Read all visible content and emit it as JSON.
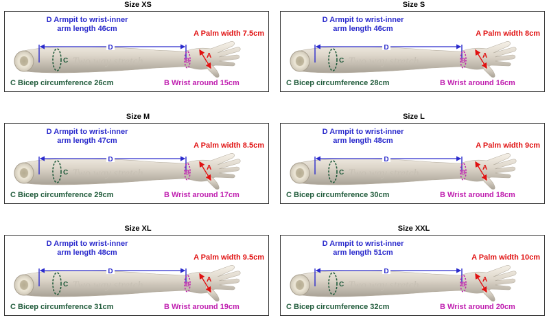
{
  "colors": {
    "arm_length": "#2a2acc",
    "palm": "#e01010",
    "bicep": "#1f5a3a",
    "wrist": "#c020b0"
  },
  "letters": {
    "d": "D",
    "a": "A",
    "b": "B",
    "c": "C"
  },
  "watermark": "Two way stretch",
  "panels": [
    {
      "title": "Size XS",
      "arm_label_1": "D Armpit to wrist-inner",
      "arm_label_2": "arm length 46cm",
      "palm": "A Palm width 7.5cm",
      "bicep": "C Bicep circumference 26cm",
      "wrist": "B Wrist around 15cm"
    },
    {
      "title": "Size S",
      "arm_label_1": "D Armpit to wrist-inner",
      "arm_label_2": "arm length 46cm",
      "palm": "A Palm width 8cm",
      "bicep": "C Bicep circumference 28cm",
      "wrist": "B Wrist around 16cm"
    },
    {
      "title": "Size M",
      "arm_label_1": "D Armpit to wrist-inner",
      "arm_label_2": "arm length 47cm",
      "palm": "A Palm width 8.5cm",
      "bicep": "C Bicep circumference 29cm",
      "wrist": "B Wrist around 17cm"
    },
    {
      "title": "Size L",
      "arm_label_1": "D Armpit to wrist-inner",
      "arm_label_2": "arm length 48cm",
      "palm": "A Palm width 9cm",
      "bicep": "C Bicep circumference 30cm",
      "wrist": "B Wrist around 18cm"
    },
    {
      "title": "Size XL",
      "arm_label_1": "D Armpit to wrist-inner",
      "arm_label_2": "arm length 48cm",
      "palm": "A Palm width 9.5cm",
      "bicep": "C Bicep circumference 31cm",
      "wrist": "B Wrist around 19cm"
    },
    {
      "title": "Size XXL",
      "arm_label_1": "D Armpit to wrist-inner",
      "arm_label_2": "arm length 51cm",
      "palm": "A Palm width 10cm",
      "bicep": "C Bicep circumference 32cm",
      "wrist": "B Wrist around 20cm"
    }
  ]
}
